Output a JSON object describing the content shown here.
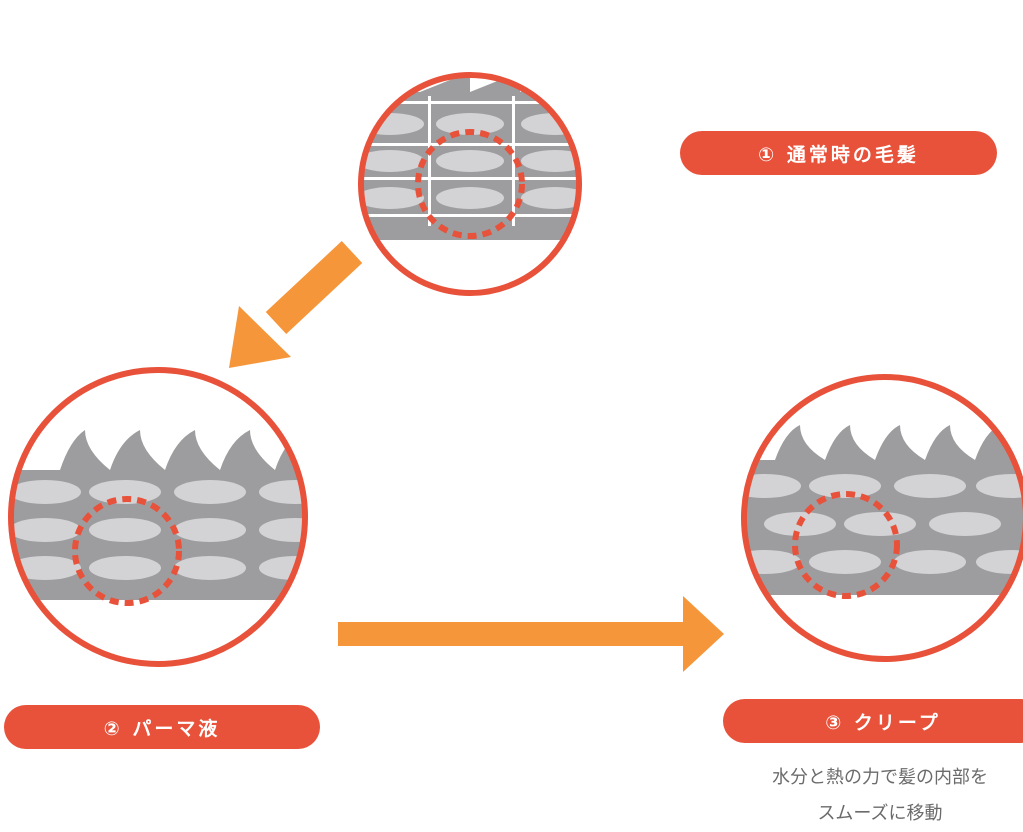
{
  "steps": [
    {
      "label": "① 通常時の毛髪"
    },
    {
      "label": "② パーマ液"
    },
    {
      "label": "③ クリープ"
    }
  ],
  "caption": {
    "line1": "水分と熱の力で髪の内部を",
    "line2": "スムーズに移動"
  },
  "colors": {
    "accent_red": "#e8513a",
    "arrow_orange": "#f6963a",
    "hair_gray": "#9d9d9f",
    "cell_light": "#d3d3d5"
  },
  "icons": {
    "arrow1": "arrow-down-left-icon",
    "arrow2": "arrow-right-icon"
  }
}
